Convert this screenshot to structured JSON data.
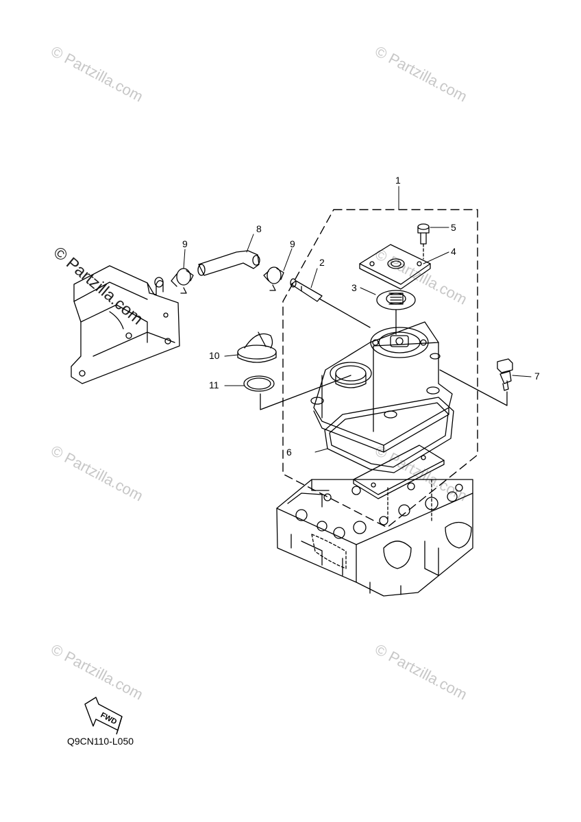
{
  "watermarks": {
    "w1": "© Partzilla.com",
    "w2": "© Partzilla.com",
    "w3": "© Partzilla.com",
    "w4": "© Partzilla.com",
    "w5": "© Partzilla.com",
    "w6": "© Partzilla.com",
    "w7": "© Partzilla.com",
    "w8": "© Partzilla.com"
  },
  "callouts": {
    "c1": "1",
    "c2": "2",
    "c3": "3",
    "c4": "4",
    "c5": "5",
    "c6": "6",
    "c7": "7",
    "c8": "8",
    "c9a": "9",
    "c9b": "9",
    "c10": "10",
    "c11": "11"
  },
  "fwd_label": "FWD",
  "diagram_code": "Q9CN110-L050"
}
